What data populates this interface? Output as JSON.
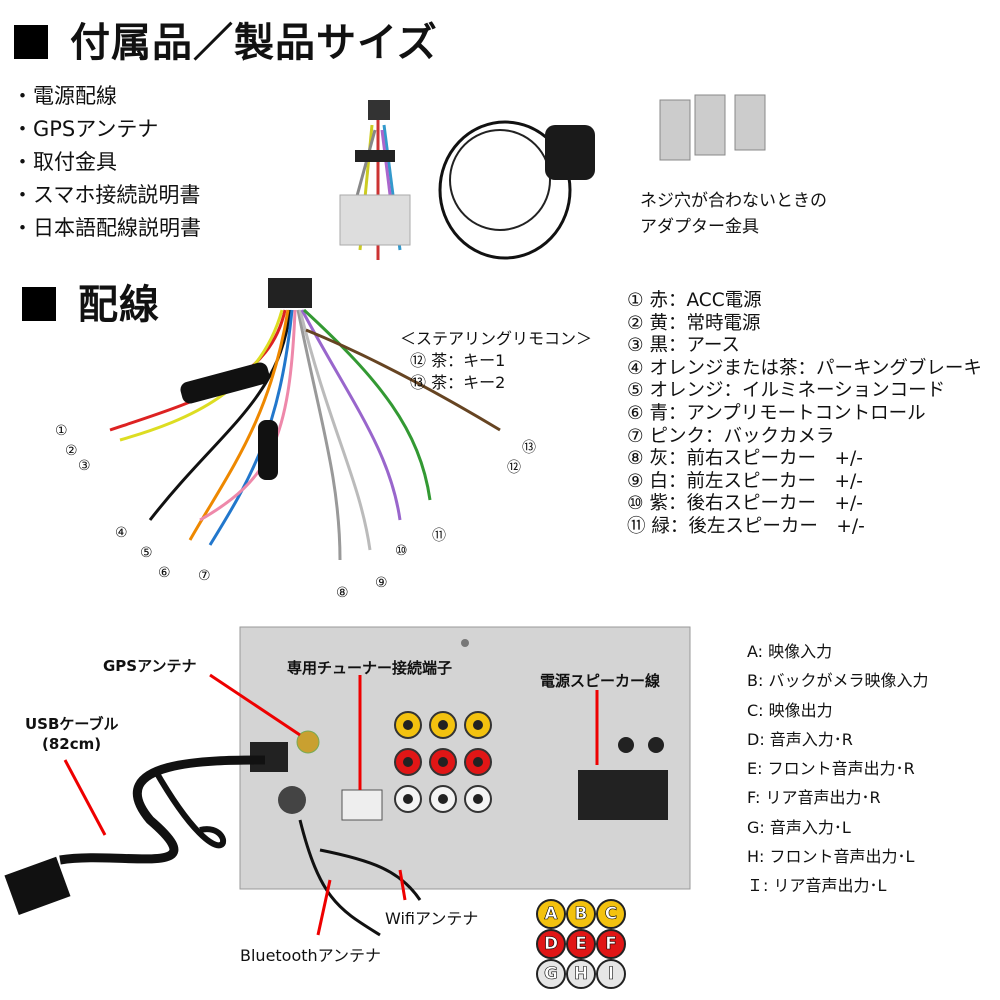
{
  "section1": {
    "title": "付属品／製品サイズ",
    "items": [
      "・電源配線",
      "・GPSアンテナ",
      "・取付金具",
      "・スマホ接続説明書",
      "・日本語配線説明書"
    ],
    "bracket_caption": [
      "ネジ穴が合わないときの",
      "アダプター金具"
    ]
  },
  "section2": {
    "title": "配線",
    "steering_title": "＜ステアリングリモコン＞",
    "steering": [
      "⑫ 茶：キー1",
      "⑬ 茶：キー2"
    ],
    "wires": [
      "① 赤：ACC電源",
      "② 黄：常時電源",
      "③ 黒：アース",
      "④ オレンジまたは茶：パーキングブレーキ",
      "⑤ オレンジ：イルミネーションコード",
      "⑥ 青：アンプリモートコントロール",
      "⑦ ピンク：バックカメラ",
      "⑧ 灰：前右スピーカー　+/-",
      "⑨ 白：前左スピーカー　+/-",
      "⑩ 紫：後右スピーカー　+/-",
      "⑪ 緑：後左スピーカー　+/-"
    ],
    "markers": [
      "①",
      "②",
      "③",
      "④",
      "⑤",
      "⑥",
      "⑦",
      "⑧",
      "⑨",
      "⑩",
      "⑪",
      "⑫",
      "⑬"
    ]
  },
  "panel": {
    "gps": "GPSアンテナ",
    "usb": "USBケーブル",
    "usb_len": "(82cm)",
    "tuner": "専用チューナー接続端子",
    "power": "電源スピーカー線",
    "wifi": "Wifiアンテナ",
    "bt": "Bluetoothアンテナ"
  },
  "rca_legend": [
    "A: 映像入力",
    "B: バックがメラ映像入力",
    "C: 映像出力",
    "D: 音声入力･R",
    "E: フロント音声出力･R",
    "F: リア音声出力･R",
    "G: 音声入力･L",
    "H: フロント音声出力･L",
    "Ｉ: リア音声出力･L"
  ],
  "rca_keys": [
    {
      "k": "A",
      "c": "#f3c20f"
    },
    {
      "k": "B",
      "c": "#f3c20f"
    },
    {
      "k": "C",
      "c": "#f3c20f"
    },
    {
      "k": "D",
      "c": "#e01616"
    },
    {
      "k": "E",
      "c": "#e01616"
    },
    {
      "k": "F",
      "c": "#e01616"
    },
    {
      "k": "G",
      "c": "#e6e6e6"
    },
    {
      "k": "H",
      "c": "#e6e6e6"
    },
    {
      "k": "I",
      "c": "#e6e6e6"
    }
  ]
}
